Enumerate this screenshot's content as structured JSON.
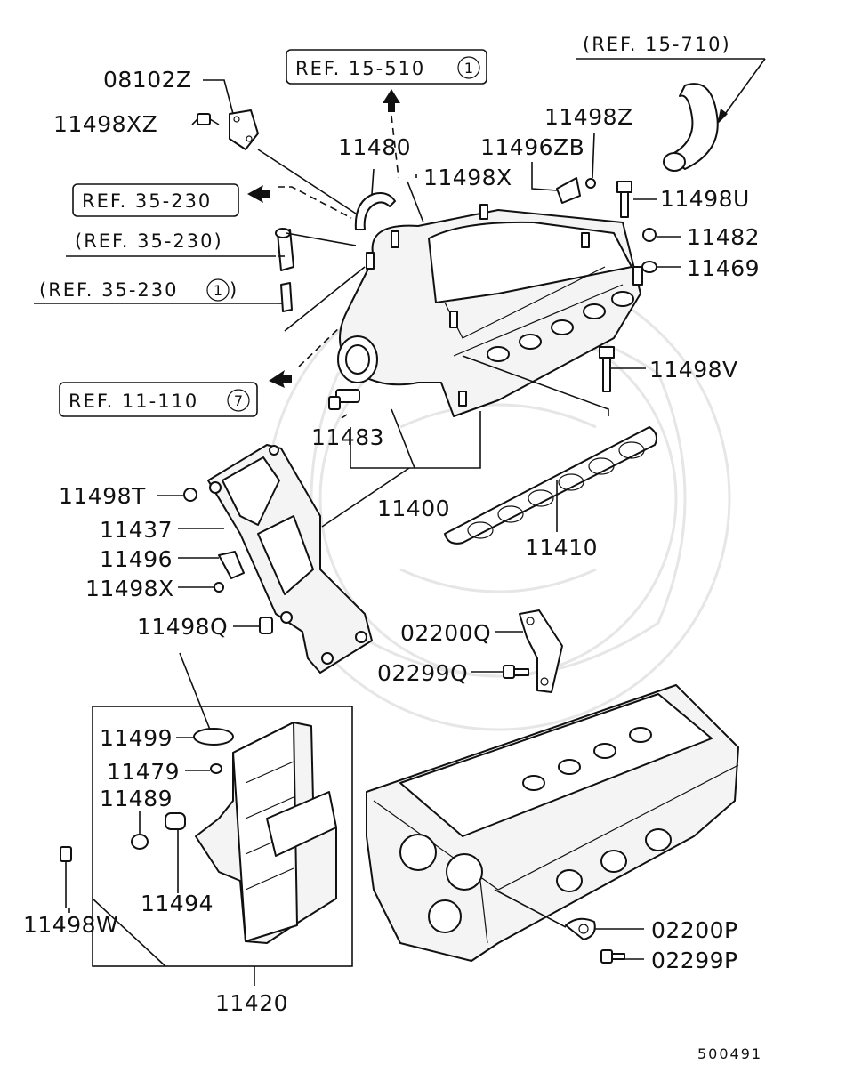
{
  "diagram_id": "500491",
  "references": {
    "ref_15_510": {
      "text": "REF. 15-510",
      "circled": "1"
    },
    "ref_15_710": {
      "text": "(REF. 15-710)"
    },
    "ref_35_230_a": {
      "text": "REF. 35-230"
    },
    "ref_35_230_b": {
      "text": "(REF. 35-230)"
    },
    "ref_35_230_c": {
      "text": "(REF. 35-230",
      "circled": "1",
      "close": ")"
    },
    "ref_11_110": {
      "text": "REF. 11-110",
      "circled": "7"
    }
  },
  "parts": {
    "p08102Z": "08102Z",
    "p11498XZ": "11498XZ",
    "p11480": "11480",
    "p11498X_top": "11498X",
    "p11498Z": "11498Z",
    "p11496ZB": "11496ZB",
    "p11498U": "11498U",
    "p11482": "11482",
    "p11469": "11469",
    "p11498V": "11498V",
    "p11483": "11483",
    "p11400": "11400",
    "p11410": "11410",
    "p11498T": "11498T",
    "p11437": "11437",
    "p11496": "11496",
    "p11498X_mid": "11498X",
    "p11498Q": "11498Q",
    "p02200Q": "02200Q",
    "p02299Q": "02299Q",
    "p11499": "11499",
    "p11479": "11479",
    "p11489": "11489",
    "p11494": "11494",
    "p11498W": "11498W",
    "p11420": "11420",
    "p02200P": "02200P",
    "p02299P": "02299P"
  }
}
